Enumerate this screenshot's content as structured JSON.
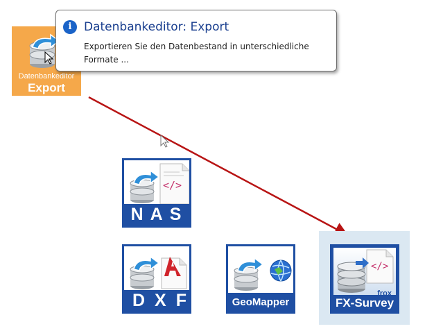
{
  "tooltip": {
    "title": "Datenbankeditor: Export",
    "body": "Exportieren Sie den Datenbestand in unterschiedliche Formate ...",
    "icon": "info-icon"
  },
  "tiles": {
    "export": {
      "subtitle": "Datenbankeditor",
      "title": "Export"
    },
    "nas": {
      "caption": "NAS"
    },
    "dxf": {
      "caption": "DXF"
    },
    "geomapper": {
      "caption": "GeoMapper"
    },
    "fx_survey": {
      "caption": "FX-Survey",
      "brand": "frox"
    }
  },
  "colors": {
    "export_tile": "#f5a84a",
    "tile_blue": "#1f4fa3",
    "arrow": "#b81414",
    "highlight": "#dbe8f2"
  }
}
